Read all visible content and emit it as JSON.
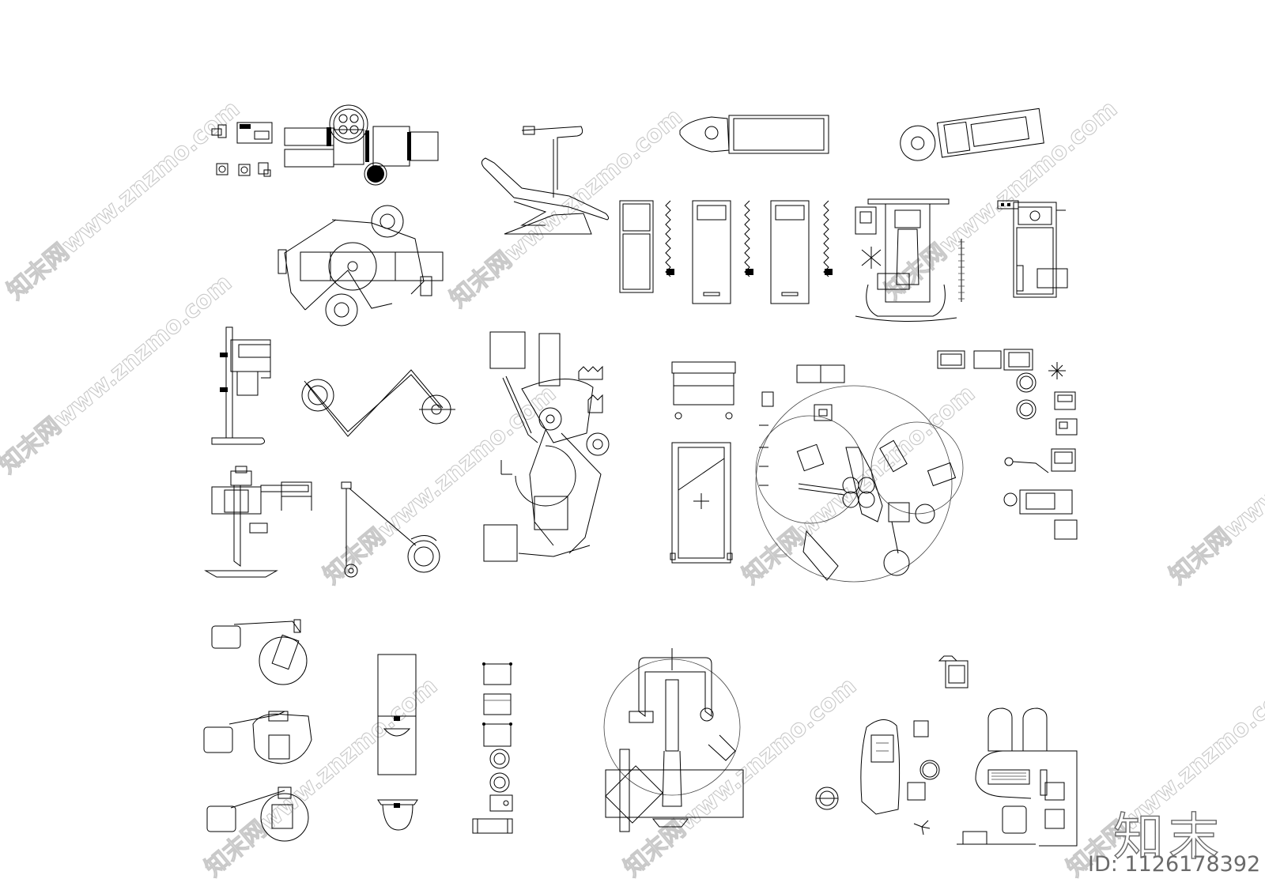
{
  "watermark": {
    "site": "知末网www.znzmo.com"
  },
  "brand": {
    "name": "知末",
    "id_label": "ID: 1126178392"
  },
  "colors": {
    "line": "#000000",
    "watermark": "#c9c9c9",
    "brand": "#6a6a6a"
  }
}
